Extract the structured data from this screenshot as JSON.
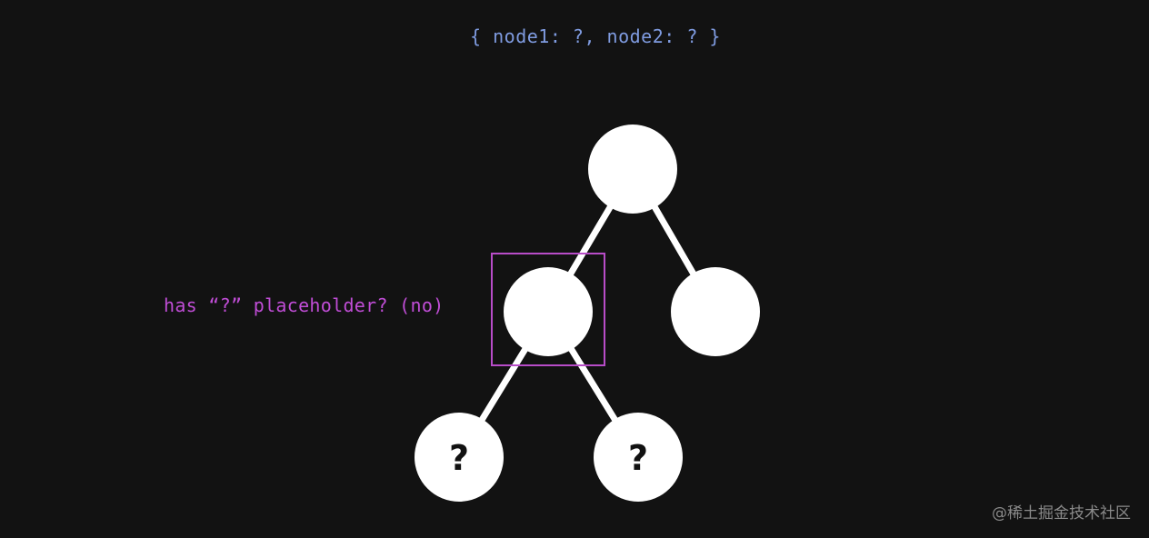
{
  "header": {
    "text": "{ node1: ?, node2: ? }"
  },
  "annotation": {
    "text": "has “?” placeholder? (no)"
  },
  "tree": {
    "nodes": [
      {
        "id": "root",
        "label": ""
      },
      {
        "id": "left-child",
        "label": ""
      },
      {
        "id": "right-child",
        "label": ""
      },
      {
        "id": "left-left-placeholder",
        "label": "?"
      },
      {
        "id": "left-right-placeholder",
        "label": "?"
      }
    ],
    "highlighted_node": "left-child"
  },
  "watermark": {
    "text": "@稀土掘金技术社区"
  },
  "colors": {
    "background": "#121212",
    "header_text": "#7f9be0",
    "annotation_text": "#c04dd6",
    "highlight_box": "#b84cc8",
    "node_fill": "#ffffff",
    "edge": "#ffffff",
    "watermark": "#8a8a8a"
  }
}
